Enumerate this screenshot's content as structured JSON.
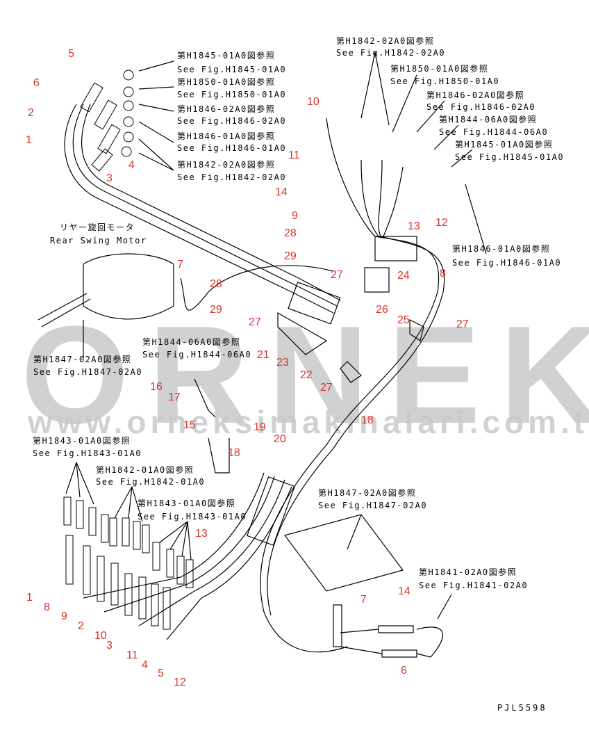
{
  "watermark": {
    "brand": "ORNEK",
    "url": "www.orneksimakinalari.com.tr"
  },
  "motor_label": {
    "jp": "リヤー旋回モータ",
    "en": "Rear Swing Motor"
  },
  "references": [
    {
      "jp": "第H1845-01A0図参照",
      "en": "See Fig.H1845-01A0"
    },
    {
      "jp": "第H1850-01A0図参照",
      "en": "See Fig.H1850-01A0"
    },
    {
      "jp": "第H1846-02A0図参照",
      "en": "See Fig.H1846-02A0"
    },
    {
      "jp": "第H1846-01A0図参照",
      "en": "See Fig.H1846-01A0"
    },
    {
      "jp": "第H1842-02A0図参照",
      "en": "See Fig.H1842-02A0"
    },
    {
      "jp": "第H1842-02A0図参照",
      "en": "See Fig.H1842-02A0"
    },
    {
      "jp": "第H1850-01A0図参照",
      "en": "See Fig.H1850-01A0"
    },
    {
      "jp": "第H1846-02A0図参照",
      "en": "See Fig.H1846-02A0"
    },
    {
      "jp": "第H1844-06A0図参照",
      "en": "See Fig.H1844-06A0"
    },
    {
      "jp": "第H1845-01A0図参照",
      "en": "See Fig.H1845-01A0"
    },
    {
      "jp": "第H1846-01A0図参照",
      "en": "See Fig.H1846-01A0"
    },
    {
      "jp": "第H1847-02A0図参照",
      "en": "See Fig.H1847-02A0"
    },
    {
      "jp": "第H1844-06A0図参照",
      "en": "See Fig.H1844-06A0"
    },
    {
      "jp": "第H1843-01A0図参照",
      "en": "See Fig.H1843-01A0"
    },
    {
      "jp": "第H1842-01A0図参照",
      "en": "See Fig.H1842-01A0"
    },
    {
      "jp": "第H1843-01A0図参照",
      "en": "See Fig.H1843-01A0"
    },
    {
      "jp": "第H1847-02A0図参照",
      "en": "See Fig.H1847-02A0"
    },
    {
      "jp": "第H1841-02A0図参照",
      "en": "See Fig.H1841-02A0"
    }
  ],
  "part_numbers": [
    "5",
    "6",
    "2",
    "1",
    "4",
    "3",
    "10",
    "11",
    "14",
    "9",
    "28",
    "29",
    "7",
    "28",
    "29",
    "27",
    "27",
    "24",
    "26",
    "25",
    "21",
    "23",
    "22",
    "27",
    "27",
    "16",
    "17",
    "15",
    "18",
    "19",
    "20",
    "18",
    "13",
    "12",
    "8",
    "13",
    "1",
    "8",
    "9",
    "2",
    "10",
    "3",
    "11",
    "4",
    "5",
    "12",
    "14",
    "7",
    "6"
  ],
  "drawing_code": "PJL5598"
}
